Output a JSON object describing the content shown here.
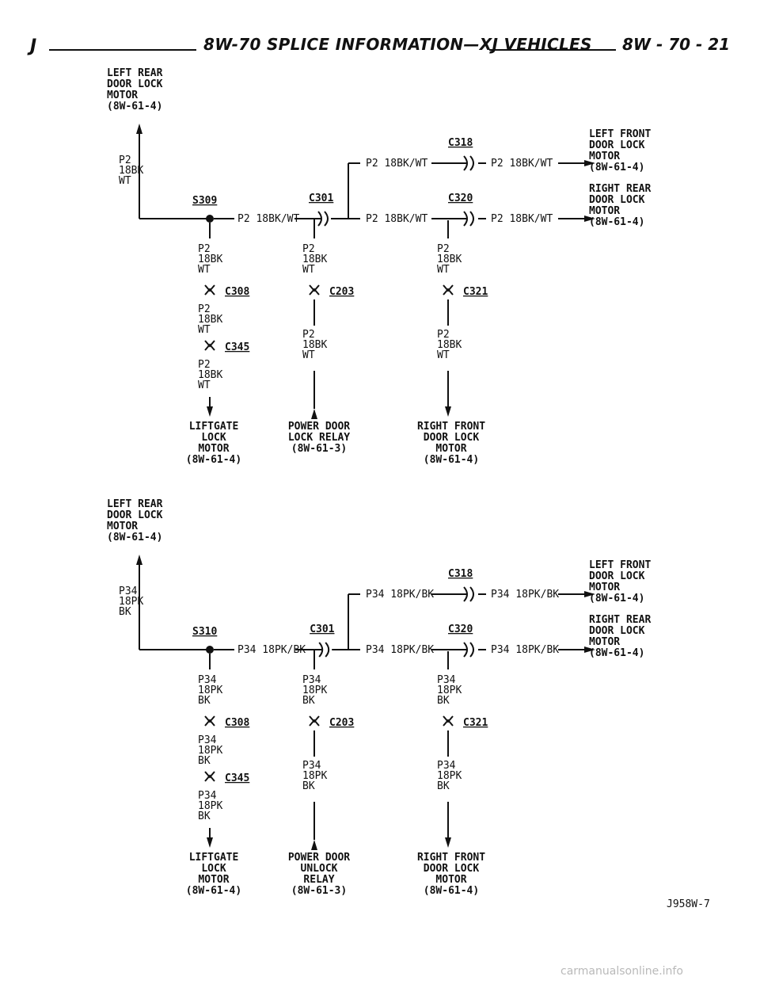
{
  "header": {
    "section_letter": "J",
    "title": "8W-70 SPLICE INFORMATION—XJ VEHICLES",
    "page_number": "8W - 70 - 21"
  },
  "diagrams": [
    {
      "splice": "S309",
      "circuit": "P2",
      "wire_size": "18BK",
      "tracer": "WT",
      "wire_label": "P2 18BK/WT",
      "connectors": {
        "c301": "C301",
        "c318": "C318",
        "c320": "C320",
        "c308": "C308",
        "c345": "C345",
        "c203": "C203",
        "c321": "C321"
      },
      "components": {
        "left_rear": [
          "LEFT REAR",
          "DOOR LOCK",
          "MOTOR",
          "(8W-61-4)"
        ],
        "left_front": [
          "LEFT FRONT",
          "DOOR LOCK",
          "MOTOR",
          "(8W-61-4)"
        ],
        "right_rear": [
          "RIGHT REAR",
          "DOOR LOCK",
          "MOTOR",
          "(8W-61-4)"
        ],
        "liftgate": [
          "LIFTGATE",
          "LOCK",
          "MOTOR",
          "(8W-61-4)"
        ],
        "power_relay": [
          "POWER DOOR",
          "LOCK RELAY",
          "(8W-61-3)"
        ],
        "right_front": [
          "RIGHT FRONT",
          "DOOR LOCK",
          "MOTOR",
          "(8W-61-4)"
        ]
      }
    },
    {
      "splice": "S310",
      "circuit": "P34",
      "wire_size": "18PK",
      "tracer": "BK",
      "wire_label": "P34 18PK/BK",
      "connectors": {
        "c301": "C301",
        "c318": "C318",
        "c320": "C320",
        "c308": "C308",
        "c345": "C345",
        "c203": "C203",
        "c321": "C321"
      },
      "components": {
        "left_rear": [
          "LEFT REAR",
          "DOOR LOCK",
          "MOTOR",
          "(8W-61-4)"
        ],
        "left_front": [
          "LEFT FRONT",
          "DOOR LOCK",
          "MOTOR",
          "(8W-61-4)"
        ],
        "right_rear": [
          "RIGHT REAR",
          "DOOR LOCK",
          "MOTOR",
          "(8W-61-4)"
        ],
        "liftgate": [
          "LIFTGATE",
          "LOCK",
          "MOTOR",
          "(8W-61-4)"
        ],
        "power_relay": [
          "POWER DOOR",
          "UNLOCK",
          "RELAY",
          "(8W-61-3)"
        ],
        "right_front": [
          "RIGHT FRONT",
          "DOOR LOCK",
          "MOTOR",
          "(8W-61-4)"
        ]
      }
    }
  ],
  "figure_id": "J958W-7",
  "watermark": "carmanualsonline.info"
}
